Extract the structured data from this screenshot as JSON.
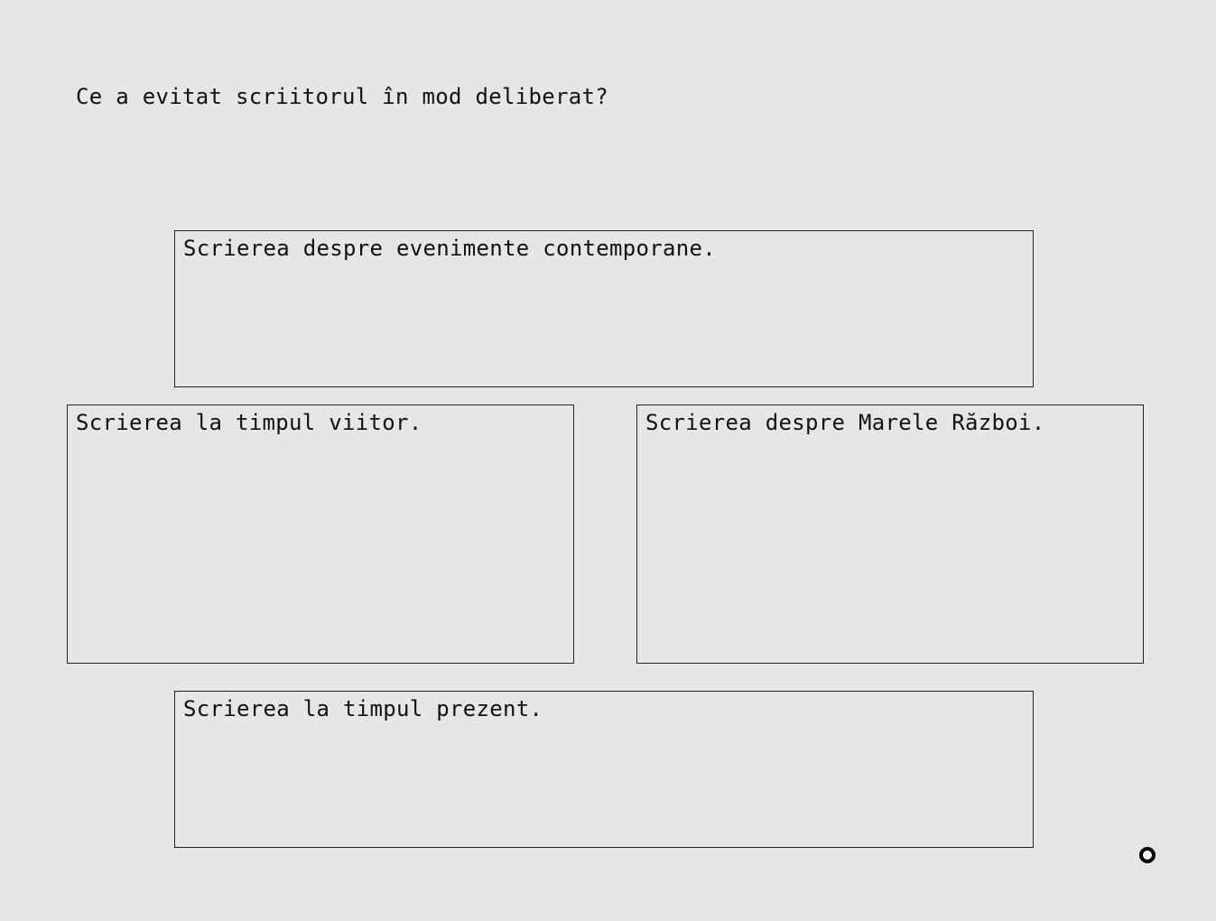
{
  "question": "Ce a evitat scriitorul în mod deliberat?",
  "options": [
    {
      "label": "Scrierea despre evenimente contemporane."
    },
    {
      "label": "Scrierea la timpul viitor."
    },
    {
      "label": "Scrierea despre Marele Război."
    },
    {
      "label": "Scrierea la timpul prezent."
    }
  ],
  "cursor": {
    "icon": "circle-cursor-icon"
  }
}
